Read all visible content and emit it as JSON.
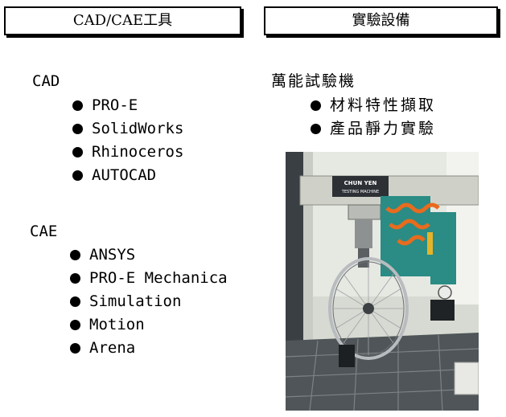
{
  "header": {
    "left_box": "CAD/CAE工具",
    "right_box": "實驗設備"
  },
  "cad": {
    "heading": "CAD",
    "items": [
      "PRO-E",
      "SolidWorks",
      "Rhinoceros",
      "AUTOCAD"
    ]
  },
  "cae": {
    "heading": "CAE",
    "items": [
      "ANSYS",
      "PRO-E Mechanica",
      "Simulation",
      "Motion",
      "Arena"
    ]
  },
  "equipment": {
    "heading": "萬能試驗機",
    "items": [
      "材料特性擷取",
      "產品靜力實驗"
    ],
    "photo_sign_line1": "CHUN YEN",
    "photo_sign_line2": "TESTING MACHINE"
  }
}
